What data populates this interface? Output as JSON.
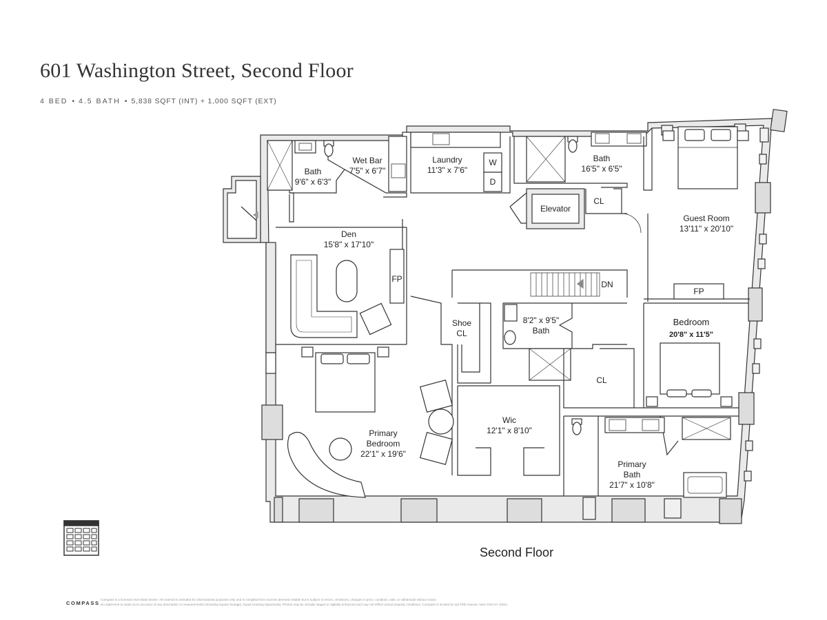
{
  "header": {
    "title": "601 Washington Street, Second Floor",
    "beds": "4 BED",
    "baths": "4.5 BATH",
    "sqft": "5,838 SQFT (INT) + 1,000 SQFT (EXT)",
    "separator": "•"
  },
  "rooms": {
    "bath1": {
      "name": "Bath",
      "dims": "9'6\" x 6'3\""
    },
    "wet_bar": {
      "name": "Wet Bar",
      "dims": "7'5\" x 6'7\""
    },
    "laundry": {
      "name": "Laundry",
      "dims": "11'3\" x 7'6\""
    },
    "washer": "W",
    "dryer": "D",
    "bath2": {
      "name": "Bath",
      "dims": "16'5\" x 6'5\""
    },
    "guest_room": {
      "name": "Guest Room",
      "dims": "13'11\" x 20'10\""
    },
    "elevator": "Elevator",
    "closet1": "CL",
    "den": {
      "name": "Den",
      "dims": "15'8\" x 17'10\""
    },
    "fireplace1": "FP",
    "fireplace2": "FP",
    "stairs_down": "DN",
    "shoe_closet": {
      "line1": "Shoe",
      "line2": "CL"
    },
    "bath3": {
      "dims": "8'2\" x 9'5\"",
      "name": "Bath"
    },
    "bedroom": {
      "name": "Bedroom",
      "dims": "20'8\" x 11'5\""
    },
    "closet2": "CL",
    "wic": {
      "name": "Wic",
      "dims": "12'1\" x 8'10\""
    },
    "primary_bedroom": {
      "line1": "Primary",
      "line2": "Bedroom",
      "dims": "22'1\" x 19'6\""
    },
    "primary_bath": {
      "line1": "Primary",
      "line2": "Bath",
      "dims": "21'7\" x 10'8\""
    }
  },
  "floor_label": "Second Floor",
  "footer": {
    "brand": "COMPASS",
    "legal_line1": "Compass is a licensed real estate broker. All material is intended for informational purposes only and is compiled from sources deemed reliable but is subject to errors, omissions, changes in price, condition, sale, or withdrawal without notice.",
    "legal_line2": "No statement is made as to accuracy of any description or measurements (including square footage). Equal Housing Opportunity. Photos may be virtually staged or digitally enhanced and may not reflect actual property conditions. Compass is located at 110 Fifth Avenue, New York NY 10011."
  },
  "colors": {
    "wall": "#e6e6e6",
    "wall_stroke": "#333333",
    "background": "#ffffff"
  }
}
